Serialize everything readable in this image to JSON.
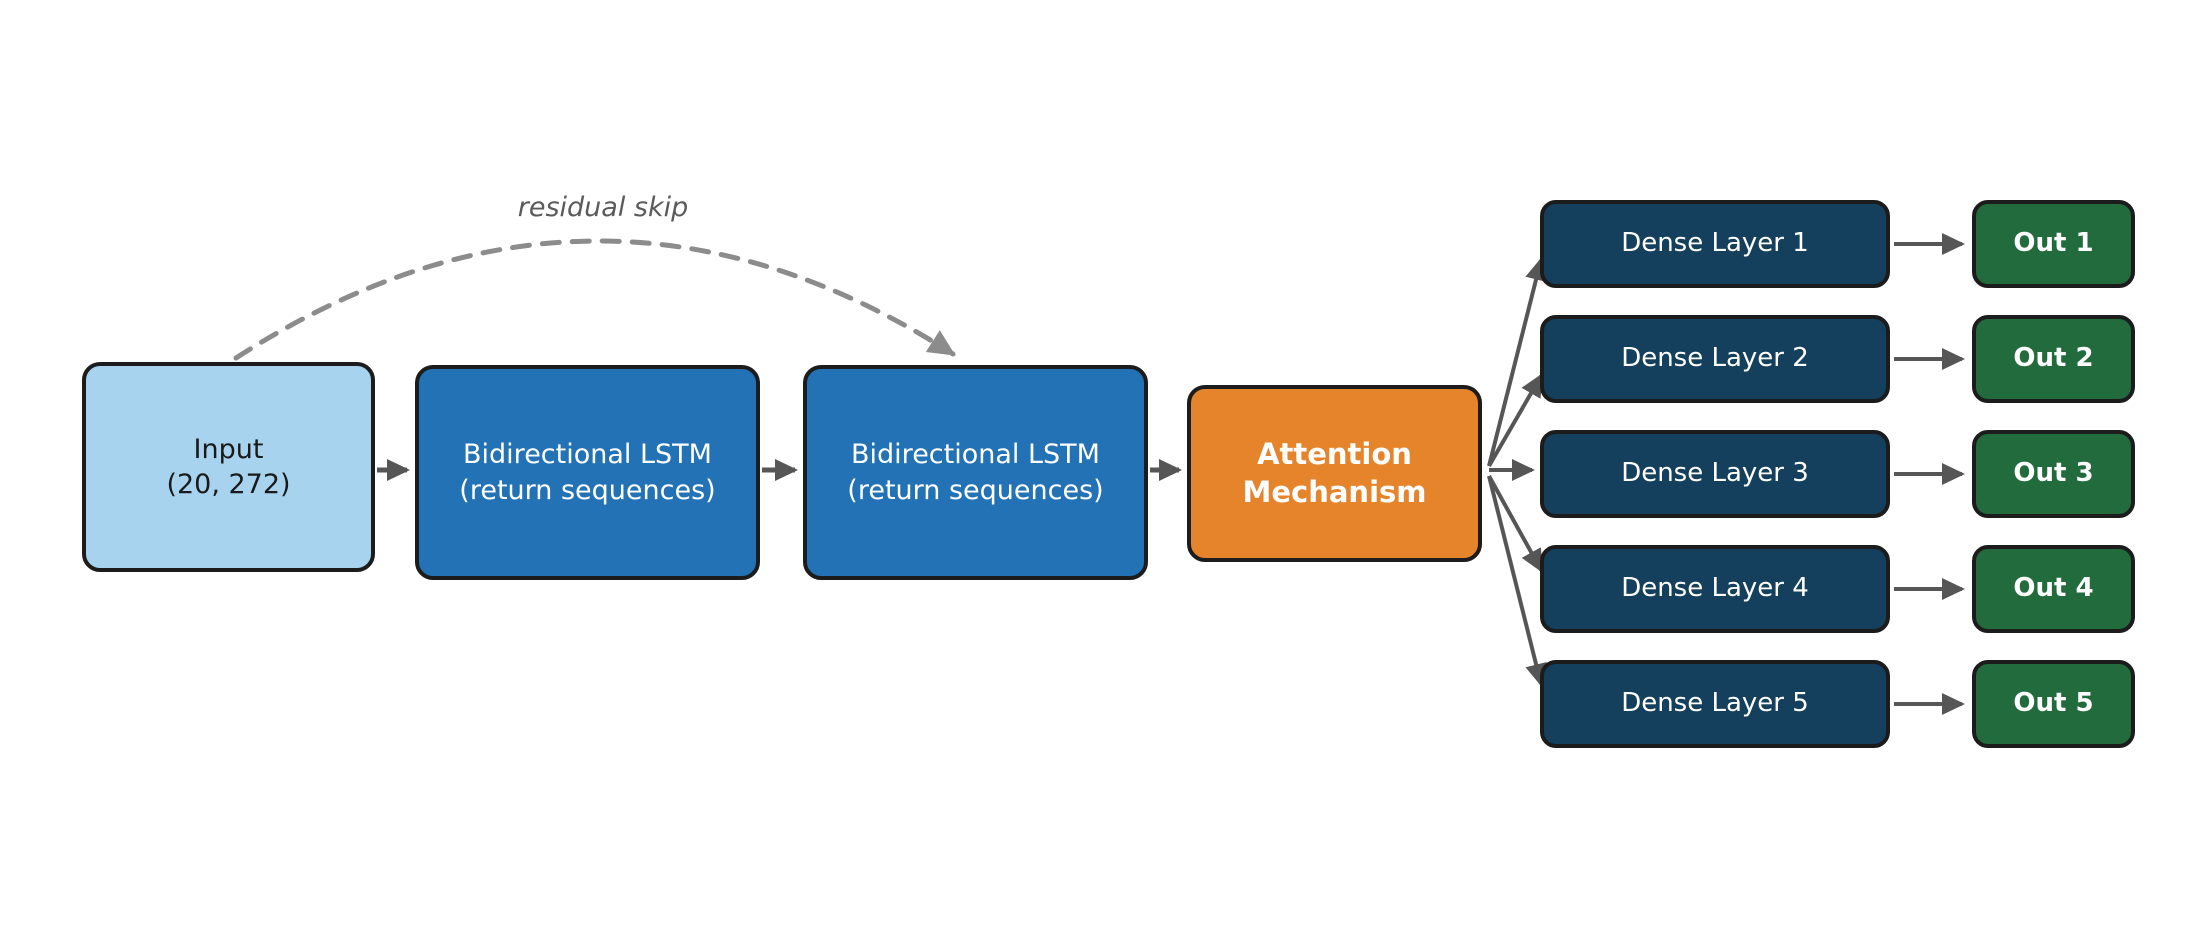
{
  "diagram": {
    "title_hint": "BiLSTM attention multi-output architecture",
    "residual_label": "residual skip",
    "input": {
      "line1": "Input",
      "line2": "(20, 272)"
    },
    "lstm1": {
      "line1": "Bidirectional LSTM",
      "line2": "(return sequences)"
    },
    "lstm2": {
      "line1": "Bidirectional LSTM",
      "line2": "(return sequences)"
    },
    "attention": {
      "line1": "Attention",
      "line2": "Mechanism"
    },
    "dense_layers": [
      {
        "label": "Dense Layer 1"
      },
      {
        "label": "Dense Layer 2"
      },
      {
        "label": "Dense Layer 3"
      },
      {
        "label": "Dense Layer 4"
      },
      {
        "label": "Dense Layer 5"
      }
    ],
    "outputs": [
      {
        "label": "Out 1"
      },
      {
        "label": "Out 2"
      },
      {
        "label": "Out 3"
      },
      {
        "label": "Out 4"
      },
      {
        "label": "Out 5"
      }
    ]
  },
  "colors": {
    "input-fill": "#A8D3EE",
    "lstm-fill": "#2272B5",
    "attention-fill": "#E6842C",
    "dense-fill": "#143F5D",
    "out-fill": "#216B3D",
    "box-border": "#1C1C1C",
    "arrow": "#565656",
    "skip-arrow": "#8C8C8C",
    "dark-text": "#1A1A1A",
    "light-text": "#FFFFFF",
    "skip-text": "#5A5A5A",
    "canvas-bg": "#FFFFFF"
  }
}
